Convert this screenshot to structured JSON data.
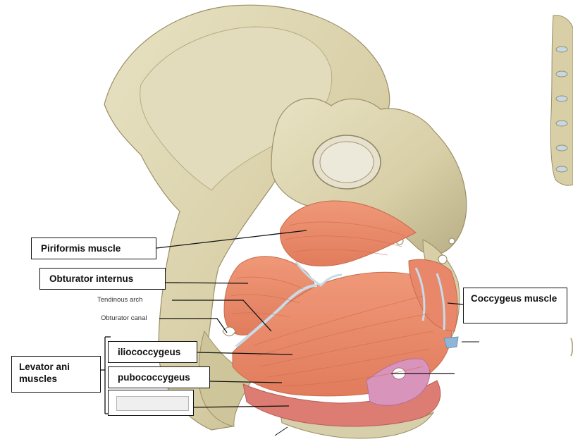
{
  "labels": {
    "piriformis": "Piriformis muscle",
    "obturator_internus": "Obturator internus",
    "tendinous_arch": "Tendinous arch",
    "obturator_canal": "Obturator canal",
    "iliococcygeus": "iliococcygeus",
    "pubococcygeus": "pubococcygeus",
    "levator_ani": "Levator ani muscles",
    "coccygeus": "Coccygeus muscle",
    "blank": ""
  },
  "colors": {
    "bone": "#d9d1ac",
    "bone_shadow": "#a79c73",
    "muscle": "#ec8e6e",
    "muscle_dark": "#c9664a",
    "tendon": "#c7dbe8",
    "pink_band": "#d98db6"
  }
}
